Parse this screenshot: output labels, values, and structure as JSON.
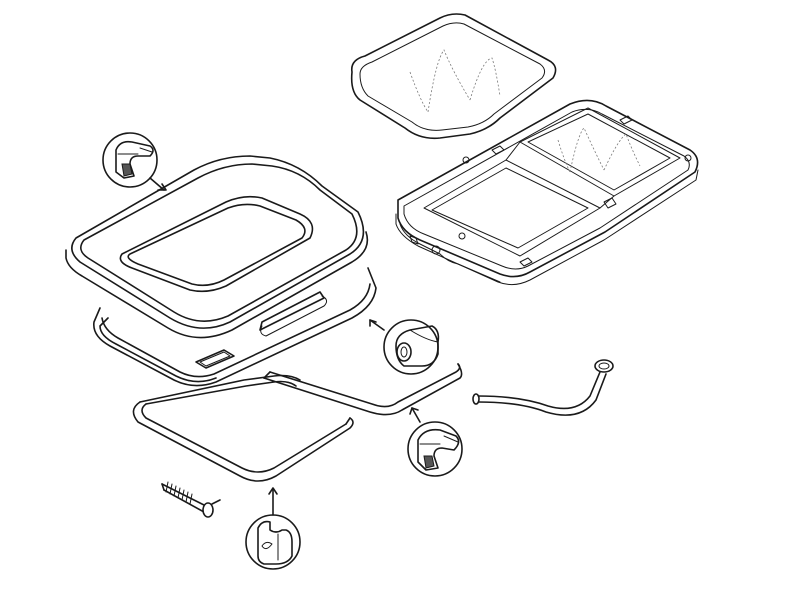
{
  "diagram": {
    "background": "#ffffff",
    "line_color": "#1a1a1a",
    "parts": [
      "glass-panel",
      "sunroof-frame",
      "outer-seal",
      "drain-tray",
      "inner-seal",
      "channel-seal",
      "drain-hose",
      "spring-pin"
    ],
    "callouts": [
      "outer-seal-profile-detail",
      "drain-tray-tube-detail",
      "channel-seal-profile-detail",
      "inner-seal-profile-detail"
    ]
  }
}
